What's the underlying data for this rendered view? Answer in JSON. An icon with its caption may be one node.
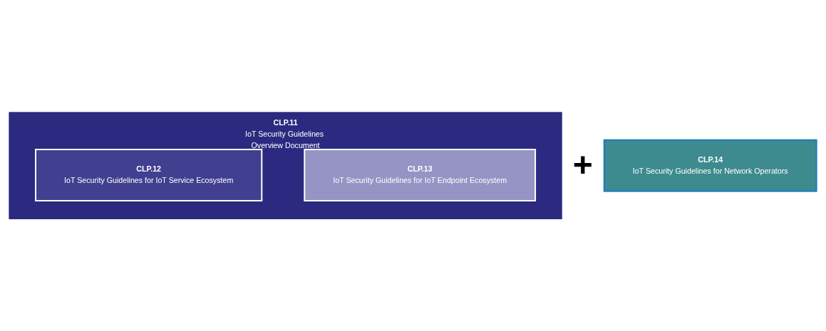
{
  "diagram": {
    "nodes": [
      {
        "text": [
          "CLP.11",
          "IoT Security Guidelines Overview Document"
        ]
      },
      {
        "text": [
          "CLP.12",
          "IoT Security Guidelines for IoT Service Ecosystem"
        ],
        "in": 0
      },
      {
        "text": [
          "CLP.13",
          "IoT Security Guidelines for IoT Endpoint Ecosystem"
        ],
        "in": 0
      },
      {
        "text": [
          "CLP.14",
          "IoT Security Guidelines for Network Operators"
        ]
      }
    ],
    "edges": [],
    "labels": [
      "+"
    ]
  }
}
